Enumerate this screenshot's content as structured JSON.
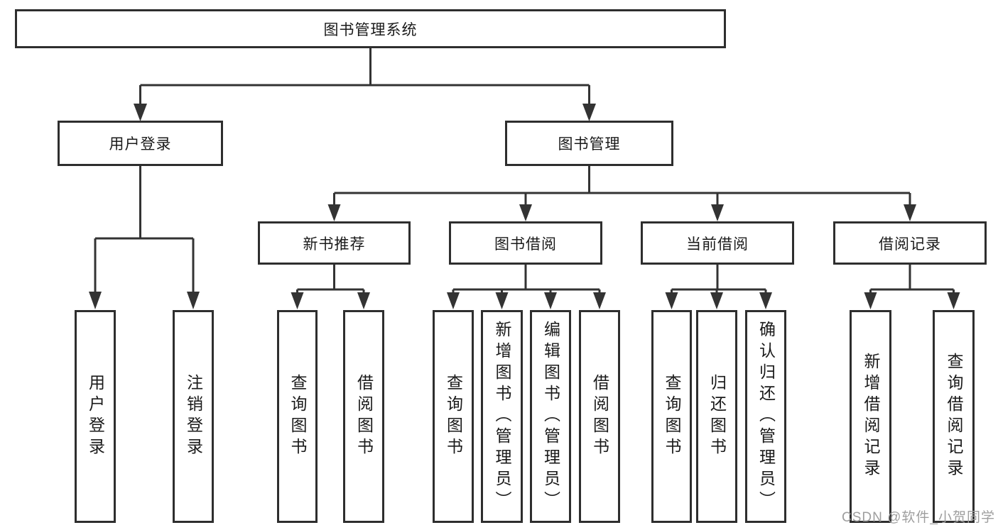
{
  "title": "图书管理系统",
  "watermark": "CSDN @软件_小贺同学",
  "colors": {
    "line": "#333333",
    "box_border": "#2e2e2e",
    "text": "#1a1a1a",
    "watermark": "#9e9e9e",
    "background": "#ffffff"
  },
  "tree": {
    "root": "图书管理系统",
    "branches": [
      {
        "label": "用户登录",
        "children": [
          "用户登录",
          "注销登录"
        ]
      },
      {
        "label": "图书管理",
        "sections": [
          {
            "label": "新书推荐",
            "children": [
              "查询图书",
              "借阅图书"
            ]
          },
          {
            "label": "图书借阅",
            "children": [
              "查询图书",
              "新增图书（管理员）",
              "编辑图书（管理员）",
              "借阅图书"
            ]
          },
          {
            "label": "当前借阅",
            "children": [
              "查询图书",
              "归还图书",
              "确认归还（管理员）"
            ]
          },
          {
            "label": "借阅记录",
            "children": [
              "新增借阅记录",
              "查询借阅记录"
            ]
          }
        ]
      }
    ]
  }
}
